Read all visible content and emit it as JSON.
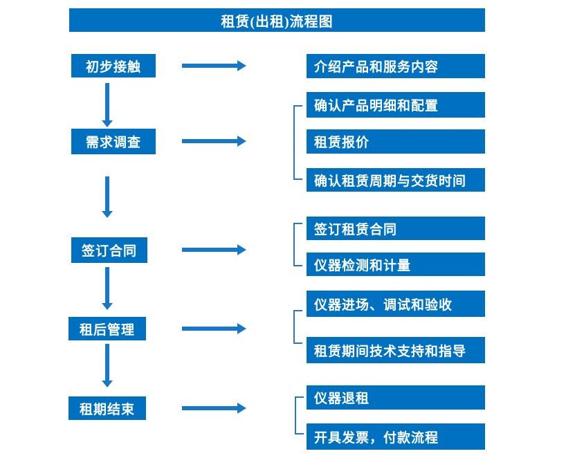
{
  "title": "租赁(出租)流程图",
  "colors": {
    "box_blue": "#0070C0",
    "arrow_blue": "#1778C8",
    "bracket_blue": "#2E75B6",
    "text_white": "#FFFFFF"
  },
  "steps": [
    {
      "label": "初步接触",
      "details": [
        "介绍产品和服务内容"
      ]
    },
    {
      "label": "需求调查",
      "details": [
        "确认产品明细和配置",
        "租赁报价",
        "确认租赁周期与交货时间"
      ]
    },
    {
      "label": "签订合同",
      "details": [
        "签订租赁合同",
        "仪器检测和计量"
      ]
    },
    {
      "label": "租后管理",
      "details": [
        "仪器进场、调试和验收",
        "租赁期间技术支持和指导"
      ]
    },
    {
      "label": "租期结束",
      "details": [
        "仪器退租",
        "开具发票，付款流程"
      ]
    }
  ]
}
